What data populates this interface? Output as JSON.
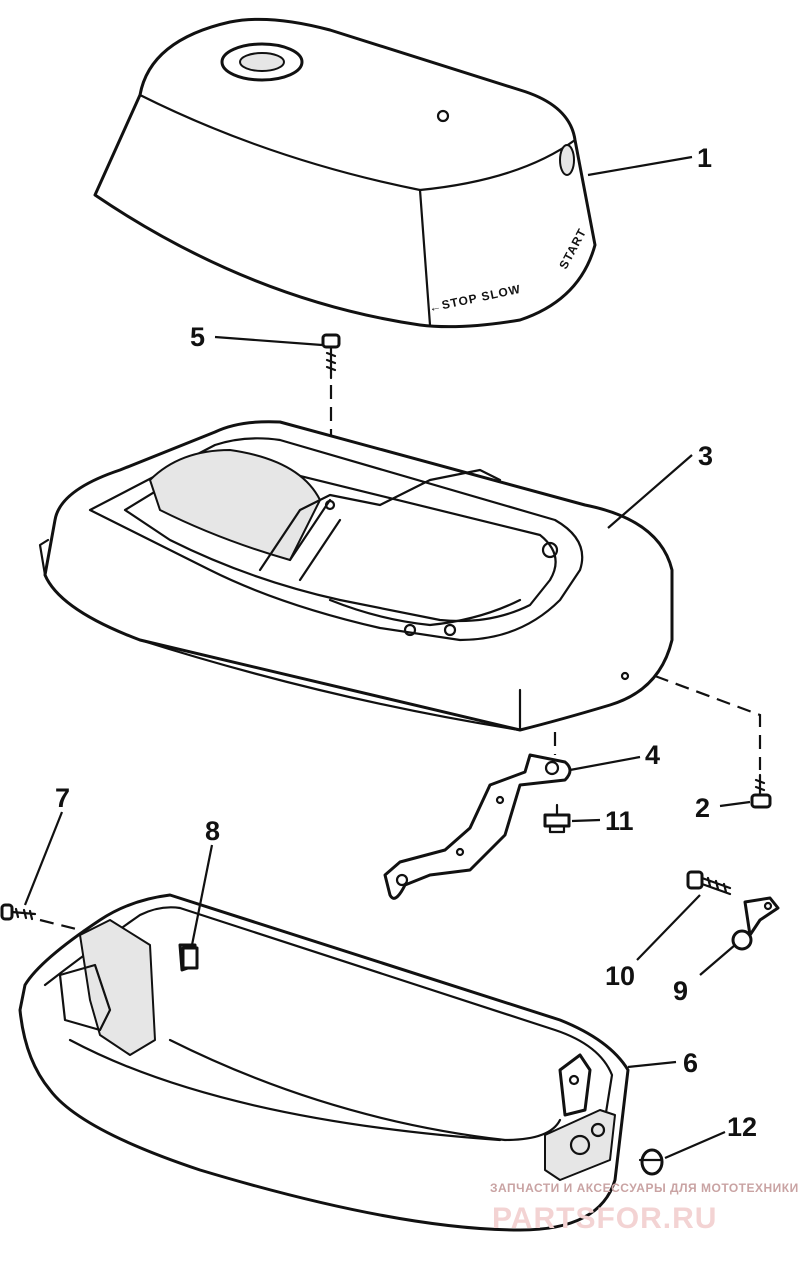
{
  "callouts": [
    {
      "id": "1",
      "label": "1"
    },
    {
      "id": "2",
      "label": "2"
    },
    {
      "id": "3",
      "label": "3"
    },
    {
      "id": "4",
      "label": "4"
    },
    {
      "id": "5",
      "label": "5"
    },
    {
      "id": "6",
      "label": "6"
    },
    {
      "id": "7",
      "label": "7"
    },
    {
      "id": "8",
      "label": "8"
    },
    {
      "id": "9",
      "label": "9"
    },
    {
      "id": "10",
      "label": "10"
    },
    {
      "id": "11",
      "label": "11"
    },
    {
      "id": "12",
      "label": "12"
    }
  ],
  "decal": {
    "stop_slow": "←STOP SLOW",
    "start": "START"
  },
  "watermark": {
    "tagline": "ЗАПЧАСТИ И АКСЕССУАРЫ ДЛЯ МОТОТЕХНИКИ",
    "logo": "PARTSFOR.RU"
  },
  "colors": {
    "line": "#111111",
    "background": "#ffffff",
    "watermark": "#e9b8b8"
  }
}
